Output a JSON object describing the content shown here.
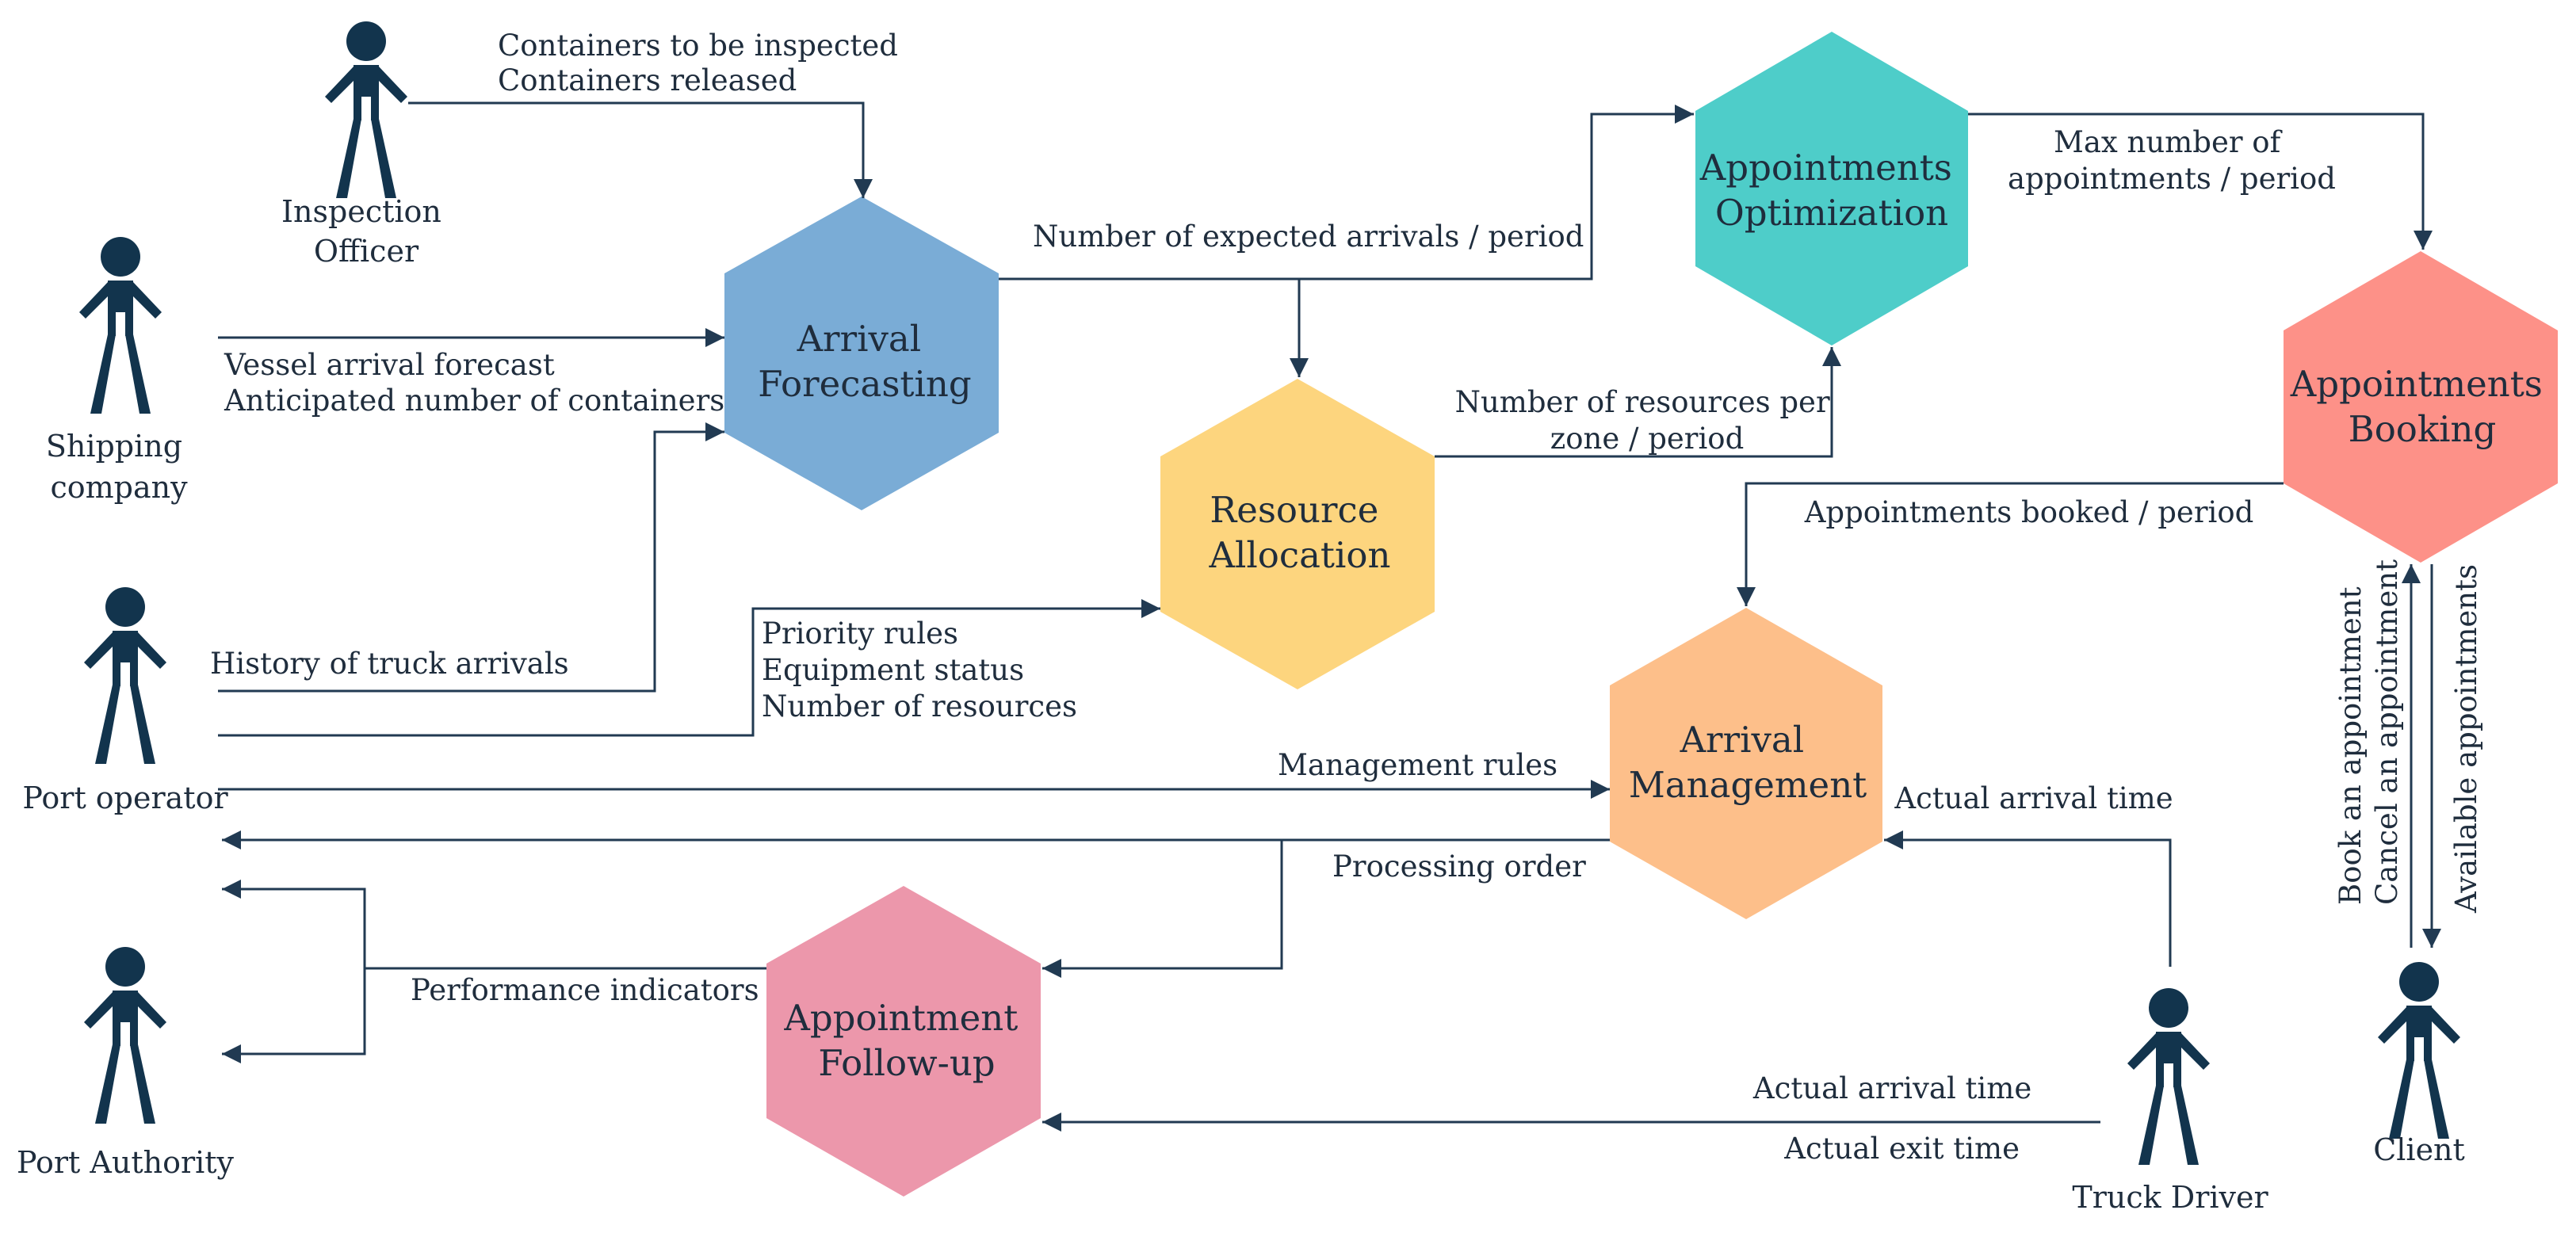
{
  "colors": {
    "line": "#213a52",
    "person": "#12344d",
    "text": "#1f2d3d",
    "arrival_forecasting": "#7aacd6",
    "appointments_optimization": "#4ecdc9",
    "resource_allocation": "#fdd57e",
    "appointments_booking": "#fd9188",
    "arrival_management": "#fdbf8a",
    "appointment_followup": "#ec97ab"
  },
  "processes": {
    "arrival_forecasting": [
      "Arrival",
      "Forecasting"
    ],
    "appointments_optimization": [
      "Appointments",
      "Optimization"
    ],
    "resource_allocation": [
      "Resource",
      "Allocation"
    ],
    "appointments_booking": [
      "Appointments",
      "Booking"
    ],
    "arrival_management": [
      "Arrival",
      "Management"
    ],
    "appointment_followup": [
      "Appointment",
      "Follow-up"
    ]
  },
  "actors": {
    "inspection_officer": [
      "Inspection",
      "Officer"
    ],
    "shipping_company": [
      "Shipping",
      "company"
    ],
    "port_operator": [
      "Port operator"
    ],
    "port_authority": [
      "Port Authority"
    ],
    "truck_driver": [
      "Truck Driver"
    ],
    "client": [
      "Client"
    ]
  },
  "flows": {
    "inspection": [
      "Containers to be inspected",
      "Containers released"
    ],
    "vessel": [
      "Vessel arrival forecast",
      "Anticipated number of containers"
    ],
    "history": [
      "History of truck arrivals"
    ],
    "expected_arrivals": [
      "Number of expected arrivals / period"
    ],
    "resources_per_zone": [
      "Number of resources per",
      "zone / period"
    ],
    "max_appointments": [
      "Max number of",
      "appointments / period"
    ],
    "booked": [
      "Appointments booked / period"
    ],
    "operator_rules": [
      "Priority rules",
      "Equipment status",
      "Number of resources"
    ],
    "management_rules": [
      "Management rules"
    ],
    "processing_order": [
      "Processing order"
    ],
    "actual_arrival_mgmt": [
      "Actual arrival time"
    ],
    "performance": [
      "Performance indicators"
    ],
    "truck_followup": [
      "Actual arrival time",
      "Actual exit time"
    ],
    "client_to_booking": [
      "Book an appointment",
      "Cancel an appointment"
    ],
    "booking_to_client": [
      "Available appointments"
    ]
  }
}
